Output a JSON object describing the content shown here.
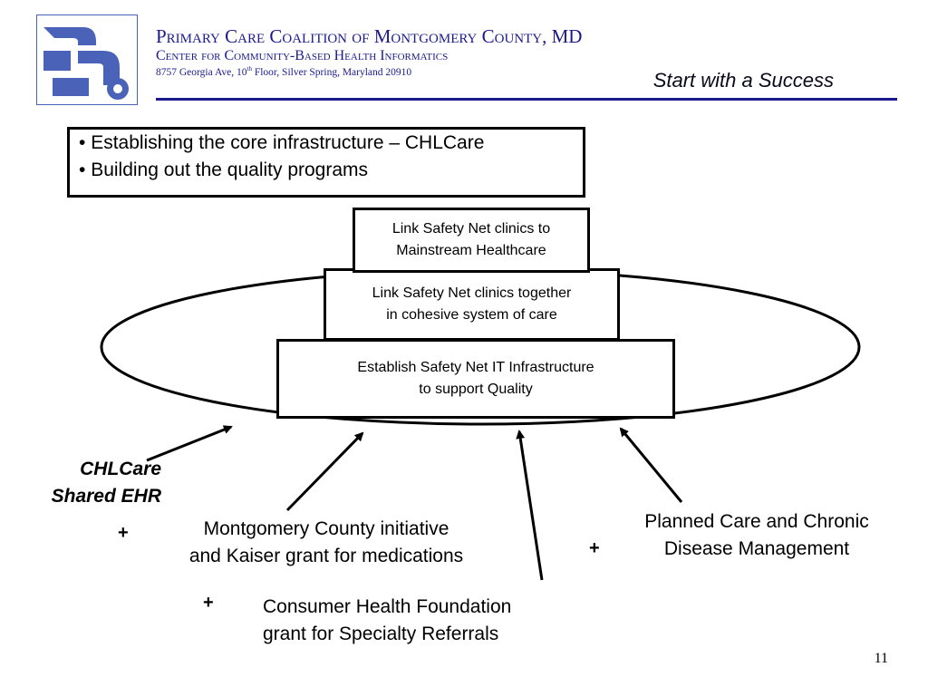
{
  "header": {
    "org_name": "Primary Care Coalition of Montgomery County, MD",
    "org_center": "Center for Community-Based Health Informatics",
    "address_pre": "8757 Georgia Ave, 10",
    "address_sup": "th",
    "address_post": " Floor, Silver Spring, Maryland 20910",
    "slide_title": "Start with a Success",
    "colors": {
      "org_text": "#1a1a8c",
      "rule": "#1a1a8c",
      "logo": "#4a63b8"
    }
  },
  "bullets": [
    "Establishing the core infrastructure – CHLCare",
    "Building out the quality programs"
  ],
  "pyramid": {
    "top": [
      "Link Safety Net clinics to",
      "Mainstream Healthcare"
    ],
    "middle": [
      "Link Safety Net clinics together",
      "in cohesive system of care"
    ],
    "base": [
      "Establish Safety Net IT Infrastructure",
      "to support Quality"
    ]
  },
  "sources": {
    "ehr": [
      "CHLCare",
      "Shared EHR"
    ],
    "montgomery": [
      "Montgomery County initiative",
      "and Kaiser grant for medications"
    ],
    "planned": [
      "Planned Care and Chronic",
      "Disease Management"
    ],
    "consumer": [
      "Consumer Health Foundation",
      "grant for Specialty Referrals"
    ]
  },
  "plus_sign": "+",
  "page_number": "11"
}
